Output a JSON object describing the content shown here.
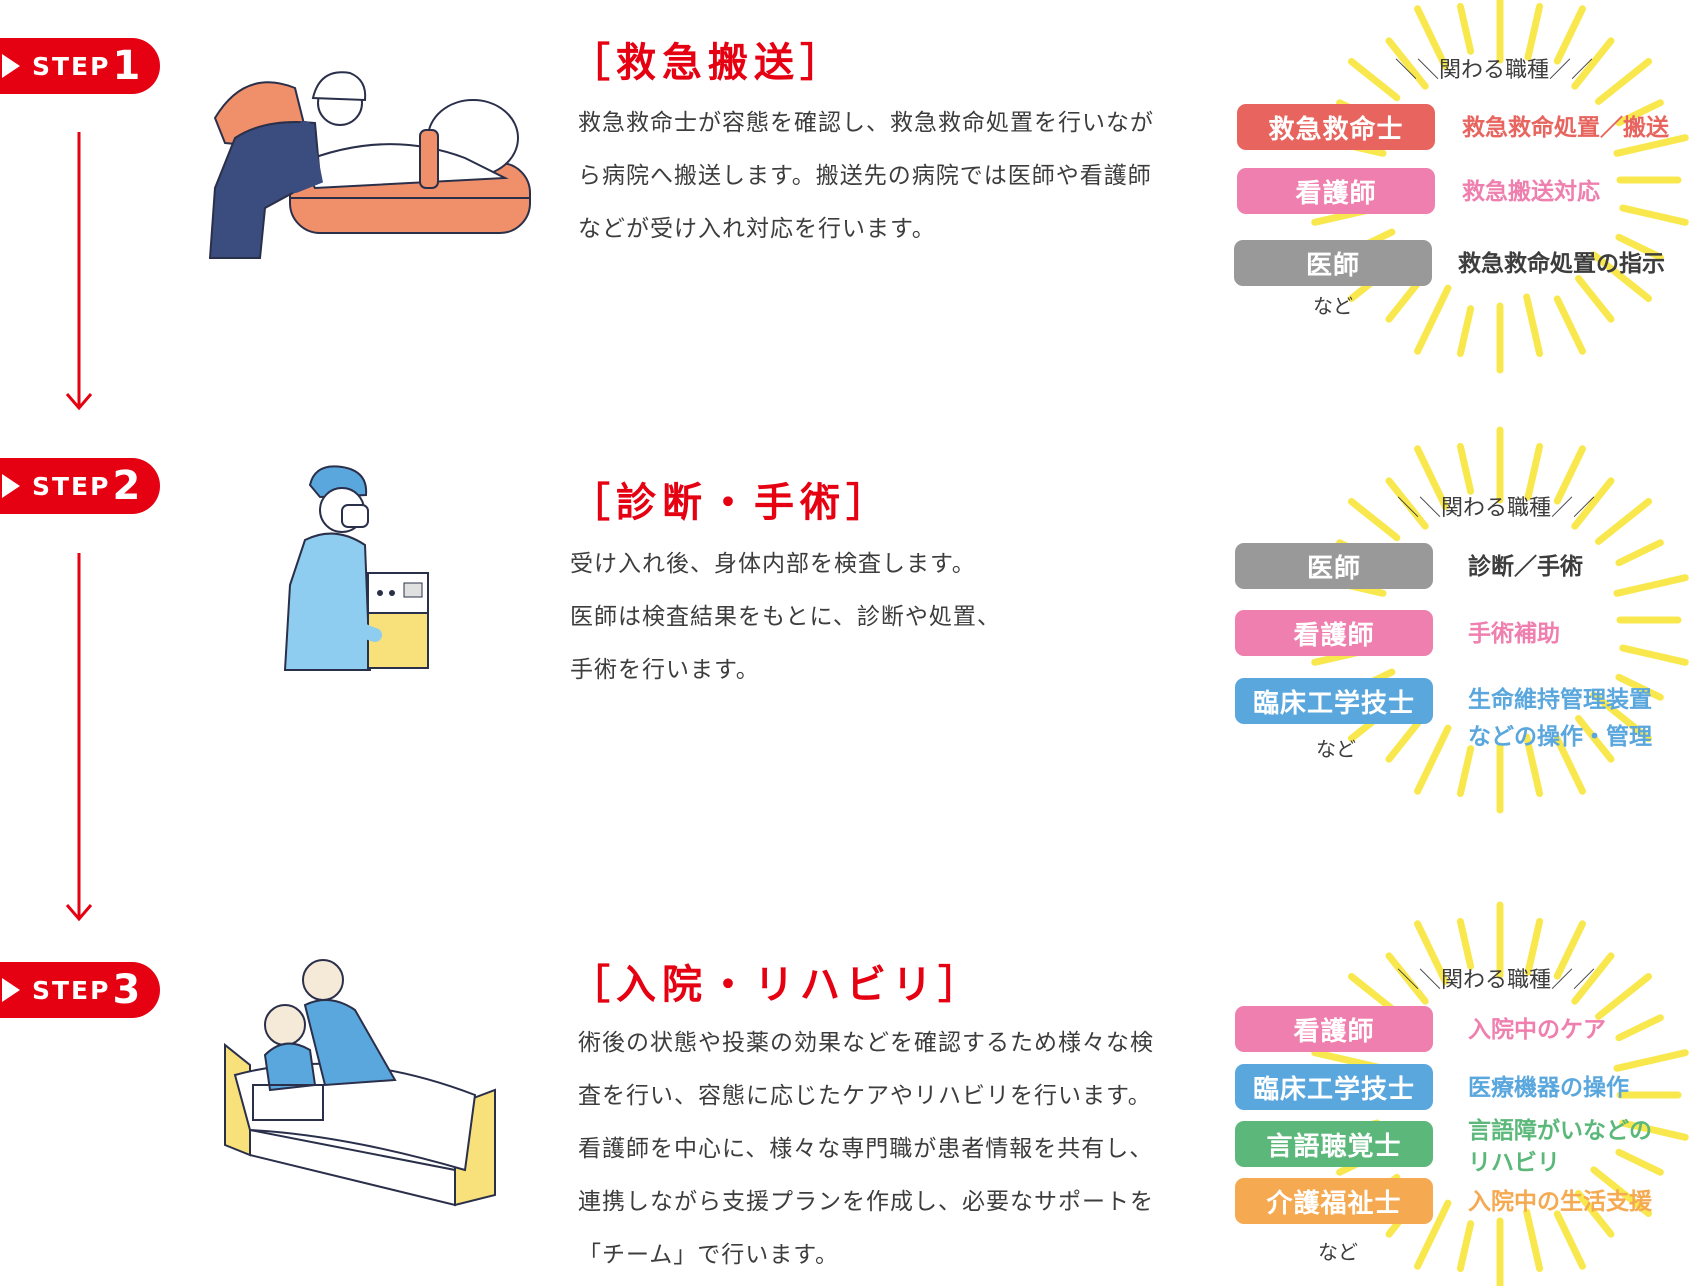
{
  "colors": {
    "accent": "#e50012",
    "red_role": "#e8655f",
    "pink_role": "#ef7fae",
    "gray_role": "#999999",
    "blue_role": "#5aa7de",
    "green_role": "#5cb87a",
    "orange_role": "#f5a951",
    "burst": "#f9e84d"
  },
  "steps": [
    {
      "step_word": "STEP",
      "step_num": "1",
      "title": "［救急搬送］",
      "desc": "救急救命士が容態を確認し、救急救命処置を行いながら病院へ搬送します。搬送先の病院では医師や看護師などが受け入れ対応を行います。",
      "roles_header": "＼＼関わる職種／／",
      "roles": [
        {
          "name": "救急救命士",
          "desc": "救急救命処置／搬送",
          "color": "#e8655f",
          "desc_color": "#e8655f"
        },
        {
          "name": "看護師",
          "desc": "救急搬送対応",
          "color": "#ef7fae",
          "desc_color": "#ef7fae"
        },
        {
          "name": "医師",
          "desc": "救急救命処置の指示",
          "color": "#999999",
          "desc_color": "#3d3d3d"
        }
      ],
      "etc": "など",
      "illustration_icon": "paramedic-icon"
    },
    {
      "step_word": "STEP",
      "step_num": "2",
      "title": "［診断・手術］",
      "desc": "受け入れ後、身体内部を検査します。\n医師は検査結果をもとに、診断や処置、\n手術を行います。",
      "roles_header": "＼＼関わる職種／／",
      "roles": [
        {
          "name": "医師",
          "desc": "診断／手術",
          "color": "#999999",
          "desc_color": "#3d3d3d"
        },
        {
          "name": "看護師",
          "desc": "手術補助",
          "color": "#ef7fae",
          "desc_color": "#ef7fae"
        },
        {
          "name": "臨床工学技士",
          "desc": "生命維持管理装置\nなどの操作・管理",
          "color": "#5aa7de",
          "desc_color": "#5aa7de"
        }
      ],
      "etc": "など",
      "illustration_icon": "surgeon-icon"
    },
    {
      "step_word": "STEP",
      "step_num": "3",
      "title": "［入院・リハビリ］",
      "desc": "術後の状態や投薬の効果などを確認するため様々な検査を行い、容態に応じたケアやリハビリを行います。看護師を中心に、様々な専門職が患者情報を共有し、連携しながら支援プランを作成し、必要なサポートを「チーム」で行います。",
      "roles_header": "＼＼関わる職種／／",
      "roles": [
        {
          "name": "看護師",
          "desc": "入院中のケア",
          "color": "#ef7fae",
          "desc_color": "#ef7fae"
        },
        {
          "name": "臨床工学技士",
          "desc": "医療機器の操作",
          "color": "#5aa7de",
          "desc_color": "#5aa7de"
        },
        {
          "name": "言語聴覚士",
          "desc": "言語障がいなどの\nリハビリ",
          "color": "#5cb87a",
          "desc_color": "#5cb87a"
        },
        {
          "name": "介護福祉士",
          "desc": "入院中の生活支援",
          "color": "#f5a951",
          "desc_color": "#f5a951"
        }
      ],
      "etc": "など",
      "illustration_icon": "hospital-bed-icon"
    }
  ]
}
